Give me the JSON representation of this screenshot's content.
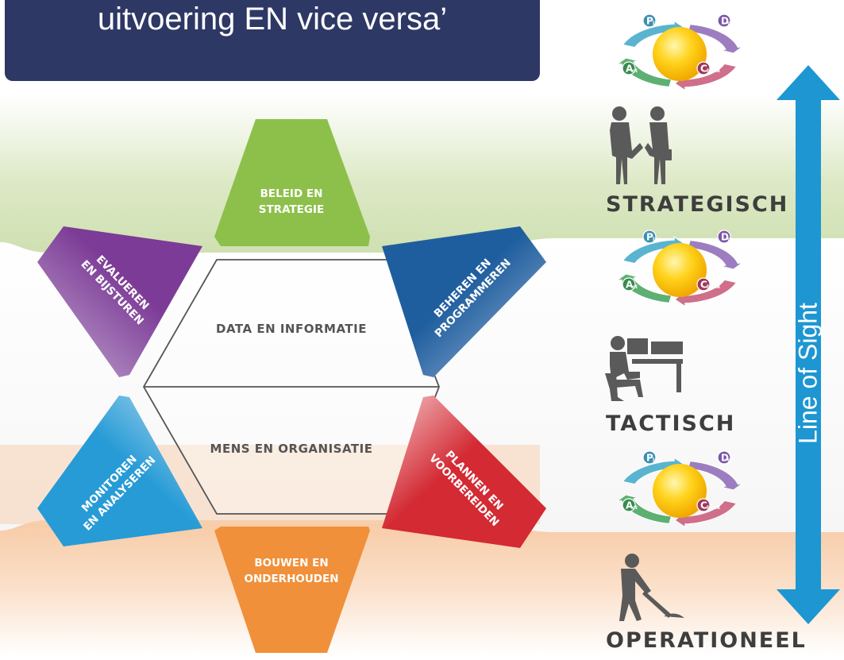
{
  "title": {
    "text": "uitvoering EN vice versa’"
  },
  "hexagon": {
    "segments": [
      {
        "id": "beleid",
        "line1": "BELEID EN",
        "line2": "STRATEGIE",
        "color": "#8cc04b"
      },
      {
        "id": "beheren",
        "line1": "BEHEREN EN",
        "line2": "PROGRAMMEREN",
        "color": "#1f5e9e"
      },
      {
        "id": "plannen",
        "line1": "PLANNEN EN",
        "line2": "VOORBEREIDEN",
        "color": "#d32a33"
      },
      {
        "id": "bouwen",
        "line1": "BOUWEN EN",
        "line2": "ONDERHOUDEN",
        "color": "#f0903a"
      },
      {
        "id": "monitoren",
        "line1": "MONITOREN",
        "line2": "EN ANALYSEREN",
        "color": "#279bd6"
      },
      {
        "id": "evalueren",
        "line1": "EVALUEREN",
        "line2": "EN BIJSTUREN",
        "color": "#7c3b96"
      }
    ],
    "center_top": "DATA EN INFORMATIE",
    "center_bottom": "MENS EN ORGANISATIE"
  },
  "pdca": {
    "plan": {
      "big": "P",
      "small": "lan"
    },
    "do": {
      "big": "D",
      "small": "o"
    },
    "check": {
      "big": "C",
      "small": "heck"
    },
    "act": {
      "big": "A",
      "small": "ct"
    }
  },
  "levels": {
    "strategisch": "STRATEGISCH",
    "tactisch": "TACTISCH",
    "operationeel": "OPERATIONEEL"
  },
  "line_of_sight": "Line of Sight",
  "colors": {
    "title_bg": "#2e3865",
    "band_green": "#d7e6c0",
    "band_orange": "#f8d2b2",
    "arrow": "#1d96d2",
    "figure": "#5a5a5a"
  }
}
